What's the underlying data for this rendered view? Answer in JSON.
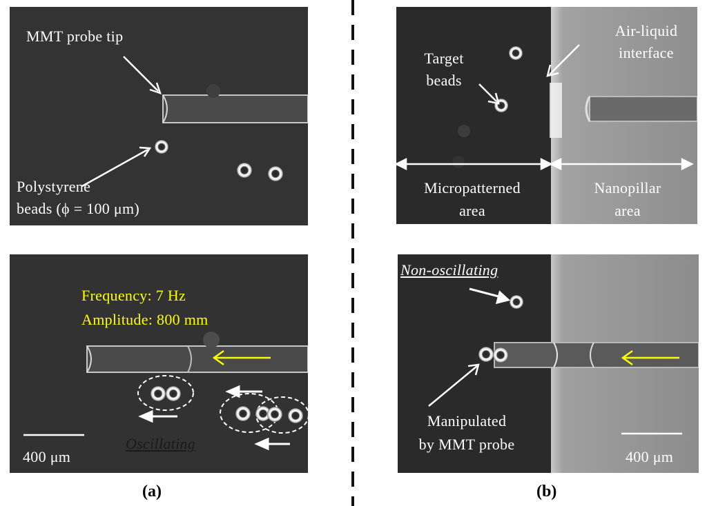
{
  "panel_a_top": {
    "probe_label": "MMT probe tip",
    "beads_label_line1": "Polystyrene",
    "beads_label_line2": "beads (ϕ = 100 μm)"
  },
  "panel_a_bottom": {
    "frequency_label": "Frequency: 7 Hz",
    "amplitude_label": "Amplitude: 800 mm",
    "state_label": "Oscillating",
    "scale_label": "400 μm"
  },
  "panel_b_top": {
    "targets_line1": "Target",
    "targets_line2": "beads",
    "interface_line1": "Air-liquid",
    "interface_line2": "interface",
    "micro_line1": "Micropatterned",
    "micro_line2": "area",
    "nano_line1": "Nanopillar",
    "nano_line2": "area"
  },
  "panel_b_bottom": {
    "state_label": "Non-oscillating",
    "manip_line1": "Manipulated",
    "manip_line2": "by MMT probe",
    "scale_label": "400 μm"
  },
  "captions": {
    "a": "(a)",
    "b": "(b)"
  },
  "colors": {
    "yellow_annotation": "#ffff00",
    "dark_field": "#2c2c2c",
    "nanopillar_field": "#9a9a9a"
  }
}
